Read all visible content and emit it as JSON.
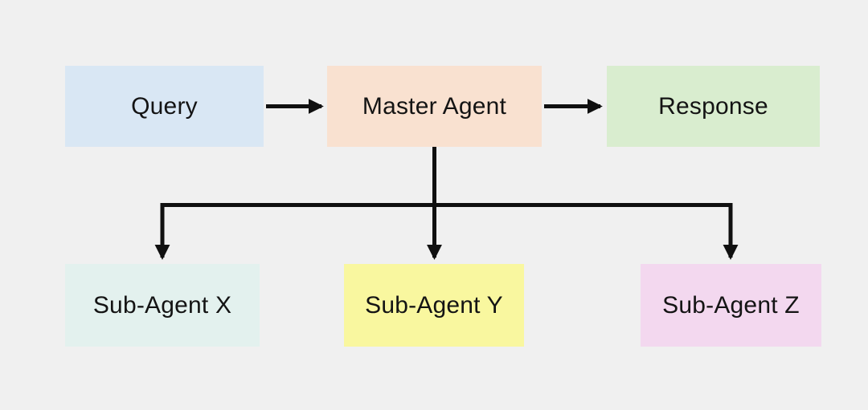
{
  "diagram": {
    "type": "flowchart",
    "nodes": {
      "query": {
        "label": "Query",
        "color": "#d9e7f4"
      },
      "master_agent": {
        "label": "Master Agent",
        "color": "#f9e1d0"
      },
      "response": {
        "label": "Response",
        "color": "#d9edcf"
      },
      "sub_agent_x": {
        "label": "Sub-Agent X",
        "color": "#e3f1ee"
      },
      "sub_agent_y": {
        "label": "Sub-Agent Y",
        "color": "#f9f79f"
      },
      "sub_agent_z": {
        "label": "Sub-Agent Z",
        "color": "#f3d8ef"
      }
    },
    "edges": [
      {
        "from": "Query",
        "to": "Master Agent"
      },
      {
        "from": "Master Agent",
        "to": "Response"
      },
      {
        "from": "Master Agent",
        "to": "Sub-Agent X"
      },
      {
        "from": "Master Agent",
        "to": "Sub-Agent Y"
      },
      {
        "from": "Master Agent",
        "to": "Sub-Agent Z"
      }
    ],
    "colors": {
      "background": "#f0f0f0",
      "connector": "#101010",
      "text": "#141414"
    }
  }
}
